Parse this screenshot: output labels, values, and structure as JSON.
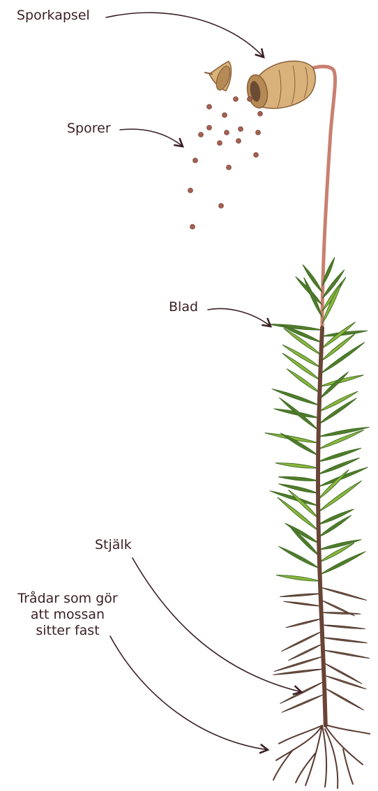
{
  "labels": {
    "capsule": "Sporkapsel",
    "spores": "Sporer",
    "leaf": "Blad",
    "stem": "Stjälk",
    "rhizoids": "Trådar som gör\natt mossan\nsitter fast"
  },
  "colors": {
    "ink": "#3a1f24",
    "capsule": "#d8b27a",
    "capsule_shade": "#8a5f3a",
    "seta": "#c98070",
    "spore": "#a8604f",
    "leaf_light": "#8ab83f",
    "leaf_dark": "#4f7d2c",
    "leaf_brown": "#7a5a4a",
    "stem": "#6a4436",
    "root": "#5a3a30"
  }
}
